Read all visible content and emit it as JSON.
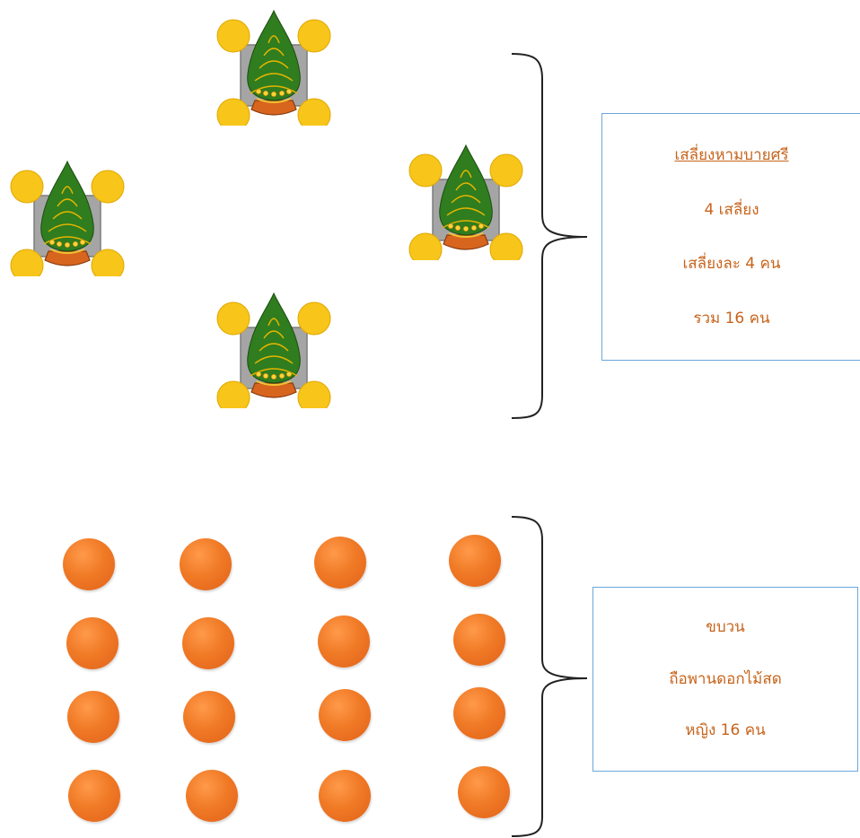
{
  "colors": {
    "chair_yellow": "#f8c51b",
    "seat_gray": "#a5a5a5",
    "bearer_orange": "#f07a26",
    "box_border": "#6aa6dc",
    "text_orange": "#c7641b",
    "bai_sri_green": "#2f7d1e"
  },
  "icons": {
    "bai_sri": "bai-sri-offering-icon",
    "bearer": "orange-circle-person-icon",
    "carrier": "yellow-circle-carrier-icon"
  },
  "group_one": {
    "formation_count": 4,
    "carriers_per_formation": 4,
    "title": "เสลี่ยงหามบายศรี",
    "line_count": "4 เสลี่ยง",
    "line_per": "เสลี่ยงละ 4 คน",
    "line_total": "รวม 16 คน"
  },
  "group_two": {
    "rows": 4,
    "columns": 4,
    "line_procession": "ขบวน",
    "line_carry": "ถือพานดอกไม้สด",
    "line_women": "หญิง 16 คน"
  }
}
